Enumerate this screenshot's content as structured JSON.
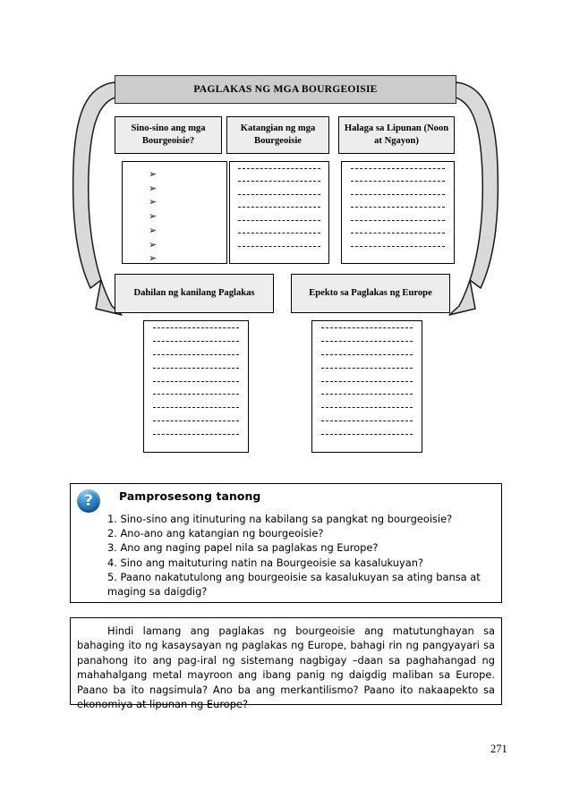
{
  "organizer": {
    "title": "PAGLAKAS NG MGA BOURGEOISIE",
    "top_columns": [
      {
        "heading": "Sino-sino ang mga Bourgeoisie?",
        "bullet_count": 7,
        "bullet_glyph": "➢",
        "line_count": 0
      },
      {
        "heading": "Katangian ng mga Bourgeoisie",
        "bullet_count": 0,
        "line_count": 7
      },
      {
        "heading": "Halaga sa Lipunan (Noon at Ngayon)",
        "bullet_count": 0,
        "line_count": 7
      }
    ],
    "bottom_columns": [
      {
        "heading": "Dahilan ng kanilang Paglakas",
        "line_count": 9
      },
      {
        "heading": "Epekto sa Paglakas ng Europe",
        "line_count": 9
      }
    ],
    "arrows": [
      {
        "name": "left-curved-arrow",
        "direction": "down"
      },
      {
        "name": "right-curved-arrow",
        "direction": "down"
      }
    ],
    "colors": {
      "title_fill": "#cccccc",
      "heading_fill": "#ededed",
      "border": "#000000",
      "arrow_fill": "#d9d9d9"
    }
  },
  "questions_panel": {
    "icon": "question-mark-icon",
    "icon_color": "#1f7fc4",
    "title": "Pamprosesong tanong",
    "items": [
      "1. Sino-sino ang itinuturing na kabilang sa pangkat ng bourgeoisie?",
      "2. Ano-ano ang katangian ng bourgeoisie?",
      "3. Ano ang naging papel nila sa paglakas ng Europe?",
      "4. Sino ang maituturing natin na Bourgeoisie sa kasalukuyan?",
      "5. Paano nakatutulong ang  bourgeoisie sa kasalukuyan sa ating bansa at maging sa daigdig?"
    ]
  },
  "paragraph_panel": {
    "text": "Hindi lamang ang paglakas ng bourgeoisie ang matutunghayan sa bahaging ito ng kasaysayan ng paglakas ng Europe, bahagi rin ng pangyayari sa panahong ito ang pag-iral ng sistemang nagbigay –daan sa paghahangad ng mahahalgang metal mayroon ang ibang panig ng daigdig maliban sa Europe. Paano ba ito nagsimula? Ano ba ang merkantilismo? Paano ito nakaapekto sa ekonomiya at lipunan ng Europe?"
  },
  "footer": {
    "page_number": "271"
  }
}
